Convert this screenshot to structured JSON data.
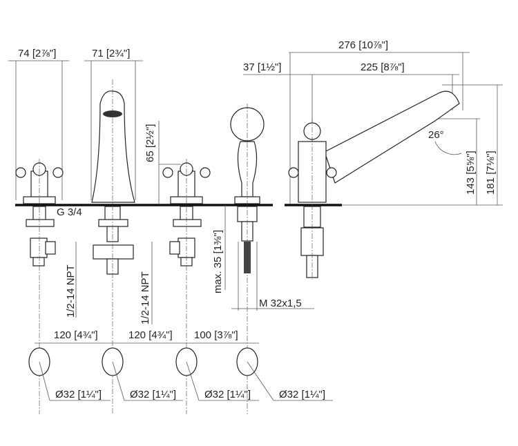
{
  "drawing": {
    "dimensions": {
      "handle_width": "74 [2⅞\"]",
      "spout_width": "71 [2¾\"]",
      "overall_length": "276 [10⅞\"]",
      "offset": "37 [1½\"]",
      "reach": "225 [8⅞\"]",
      "valve_height": "65 [2½\"]",
      "outlet_height": "143 [5⅝\"]",
      "total_height": "181 [7⅛\"]",
      "angle": "26°",
      "thread": "G 3/4",
      "max_deck": "max. 35 [1⅜\"]",
      "npt_left": "1/2-14 NPT",
      "npt_right": "1/2-14 NPT",
      "metric_thread": "M 32x1,5",
      "spacing_1": "120 [4¾\"]",
      "spacing_2": "120 [4¾\"]",
      "spacing_3": "100 [3⅞\"]"
    },
    "holes": [
      "Ø32 [1¼\"]",
      "Ø32 [1¼\"]",
      "Ø32 [1¼\"]",
      "Ø32 [1¼\"]"
    ]
  }
}
